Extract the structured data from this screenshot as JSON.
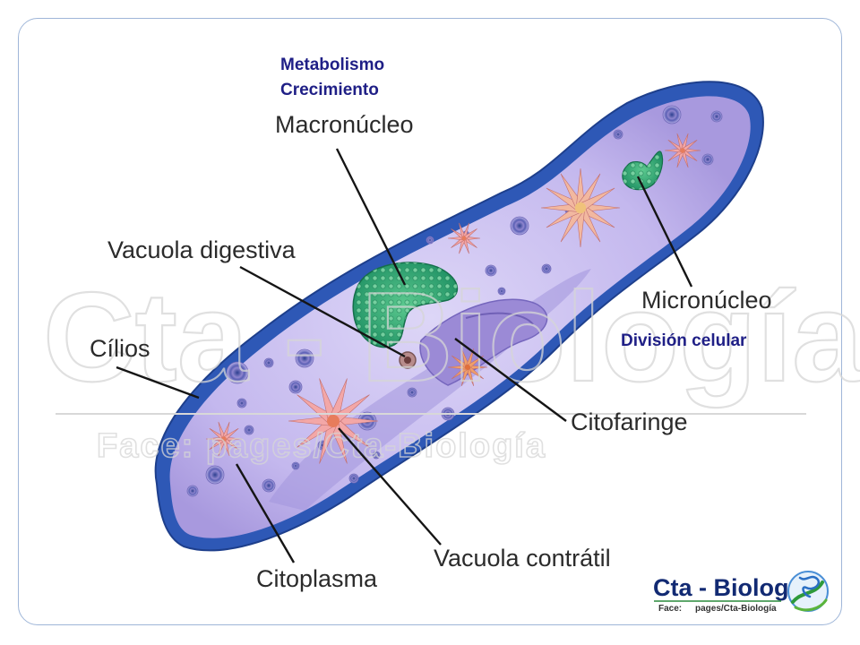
{
  "labels": {
    "metabolismo": "Metabolismo",
    "crecimiento": "Crecimiento",
    "macronucleo": "Macronúcleo",
    "vacuola_digestiva": "Vacuola digestiva",
    "cilios": "Cílios",
    "micronucleo": "Micronúcleo",
    "division_celular": "División celular",
    "citofaringe": "Citofaringe",
    "vacuola_contratil": "Vacuola contrátil",
    "citoplasma": "Citoplasma"
  },
  "watermark": {
    "main": "Cta - Biología",
    "sub": "Face: pages/Cta-Biología"
  },
  "logo": {
    "title": "Cta - Biología",
    "face": "Face:",
    "pages": "pages/Cta-Biología"
  },
  "colors": {
    "membrane": "#2b56b4",
    "cytoplasm": "#c9bff0",
    "nucleus": "#2fa87a",
    "vacuole_star": "#f1a0a0",
    "blue_label": "#1f1f86"
  }
}
